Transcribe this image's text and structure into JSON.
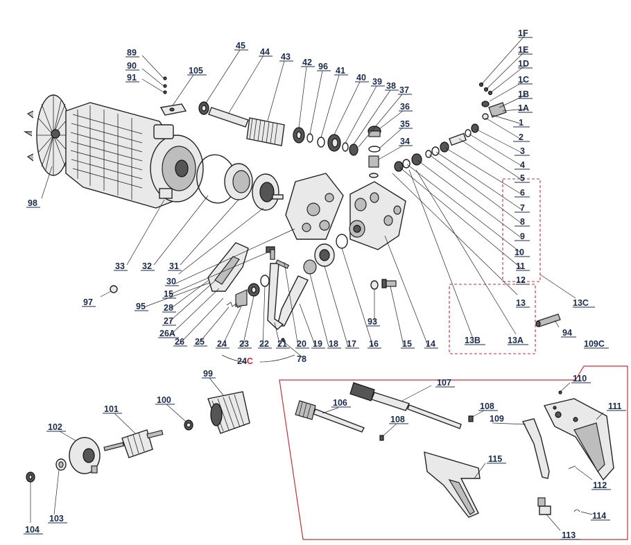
{
  "labels": {
    "l1F": "1F",
    "l1E": "1E",
    "l1D": "1D",
    "l1C": "1C",
    "l1B": "1B",
    "l1A": "1A",
    "l1": "1",
    "l2": "2",
    "l3": "3",
    "l4": "4",
    "l5": "5",
    "l6": "6",
    "l7": "7",
    "l8": "8",
    "l9": "9",
    "l10": "10",
    "l11": "11",
    "l12": "12",
    "l13": "13",
    "l13A": "13A",
    "l13B": "13B",
    "l13C": "13C",
    "l14": "14",
    "l15a": "15",
    "l15b": "15",
    "l16": "16",
    "l17": "17",
    "l18": "18",
    "l19": "19",
    "l20": "20",
    "l21": "21",
    "l22": "22",
    "l23": "23",
    "l24": "24",
    "l24C": "24",
    "l24Csuffix": "C",
    "l25": "25",
    "l26": "26",
    "l26A": "26A",
    "l27": "27",
    "l28": "28",
    "l30": "30",
    "l31": "31",
    "l32": "32",
    "l33": "33",
    "l34": "34",
    "l35": "35",
    "l36": "36",
    "l37": "37",
    "l38": "38",
    "l39": "39",
    "l40": "40",
    "l41": "41",
    "l42": "42",
    "l43": "43",
    "l44": "44",
    "l45": "45",
    "l78": "78",
    "l89": "89",
    "l90": "90",
    "l91": "91",
    "l93": "93",
    "l94": "94",
    "l95": "95",
    "l96": "96",
    "l97": "97",
    "l98": "98",
    "l99": "99",
    "l100": "100",
    "l101": "101",
    "l102": "102",
    "l103": "103",
    "l104": "104",
    "l105": "105",
    "l106": "106",
    "l107": "107",
    "l108a": "108",
    "l108b": "108",
    "l109": "109",
    "l109C": "109C",
    "l110": "110",
    "l111": "111",
    "l112": "112",
    "l113": "113",
    "l114": "114",
    "l115": "115"
  },
  "colors": {
    "box_outline": "#c0303a",
    "label_text": "#1a2a4a",
    "highlight_C": "#c0303a"
  }
}
